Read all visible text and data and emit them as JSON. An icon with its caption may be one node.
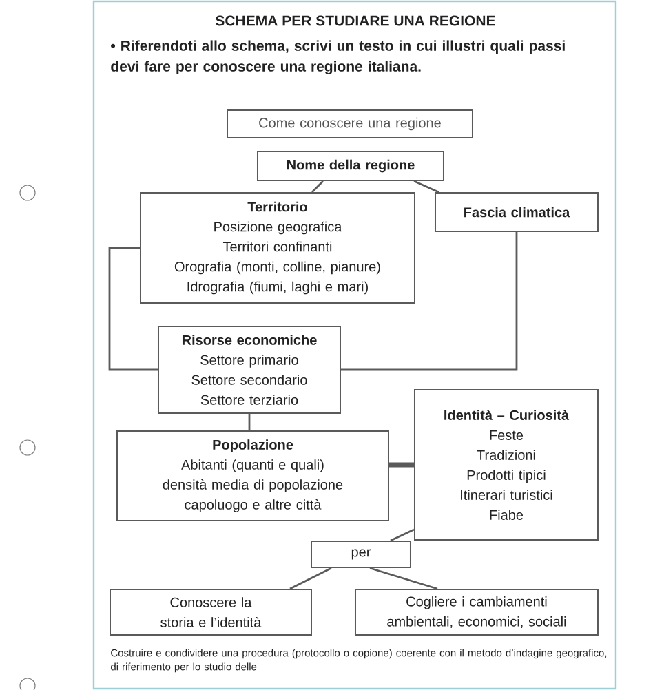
{
  "diagram": {
    "title": "SCHEMA PER STUDIARE UNA REGIONE",
    "nodes": [
      {
        "text": [
          "Come conoscere una regione"
        ]
      },
      {
        "text": [
          "Nome della regione"
        ]
      },
      {
        "text": [
          "Territorio",
          "Posizione geografica",
          "Territori confinanti",
          "Orografia (monti, colline, pianure)",
          "Idrografia (fiumi, laghi e mari)"
        ]
      },
      {
        "text": [
          "Fascia climatica"
        ]
      },
      {
        "text": [
          "Risorse economiche",
          "Settore primario",
          "Settore secondario",
          "Settore terziario"
        ]
      },
      {
        "text": [
          "Popolazione",
          "Abitanti (quanti e quali) densità media di popolazione",
          "capoluogo e altre città"
        ]
      },
      {
        "text": [
          "Identità – Curiosità",
          "Feste",
          "Tradizioni",
          "Prodotti tipici",
          "Itinerari turistici",
          "Fiabe"
        ]
      },
      {
        "text": [
          "per"
        ]
      },
      {
        "text": [
          "Conoscere la storia e l’identità"
        ]
      },
      {
        "text": [
          "Cogliere i cambiamenti ambientali, economici, sociali"
        ]
      }
    ],
    "edges": [
      {
        "from": 1,
        "to": 2,
        "arrow": "none"
      },
      {
        "from": 1,
        "to": 3,
        "arrow": "none"
      },
      {
        "from": 2,
        "to": 4,
        "arrow": "none"
      },
      {
        "from": 3,
        "to": 4,
        "arrow": "none"
      },
      {
        "from": 4,
        "to": 5,
        "arrow": "none"
      },
      {
        "from": 5,
        "to": 6,
        "arrow": "none",
        "style": "thick"
      },
      {
        "from": 6,
        "to": 7,
        "arrow": "none"
      },
      {
        "from": 7,
        "to": 8,
        "arrow": "none"
      },
      {
        "from": 7,
        "to": 9,
        "arrow": "none"
      }
    ],
    "labels": [
      "• Riferendoti allo schema, scrivi un testo in cui illustri quali passi devi fare per conoscere una regione italiana.",
      "Costruire e condividere una procedura (protocollo o copione) coerente con il metodo d’indagine geografico, di riferimento per lo studio delle"
    ]
  }
}
